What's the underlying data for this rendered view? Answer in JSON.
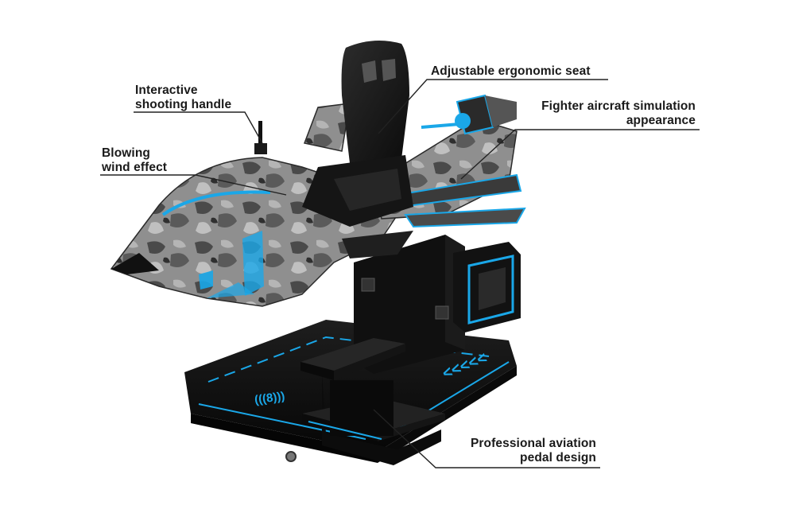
{
  "colors": {
    "accent": "#1aa7e8",
    "body_dark": "#141414",
    "camo_light": "#9a9a9a",
    "camo_dark": "#3c3c3c",
    "leader_line": "#222222",
    "label_text": "#1a1a1a"
  },
  "callouts": {
    "seat": {
      "line1": "Adjustable ergonomic seat"
    },
    "handle": {
      "line1": "Interactive",
      "line2": "shooting handle"
    },
    "fighter": {
      "line1": "Fighter aircraft simulation",
      "line2": "appearance"
    },
    "wind": {
      "line1": "Blowing",
      "line2": "wind effect"
    },
    "pedal": {
      "line1": "Professional aviation",
      "line2": "pedal design"
    }
  },
  "machine": {
    "floor_marking": "(((8)))",
    "arrow_glyphs": "<<<<<"
  }
}
